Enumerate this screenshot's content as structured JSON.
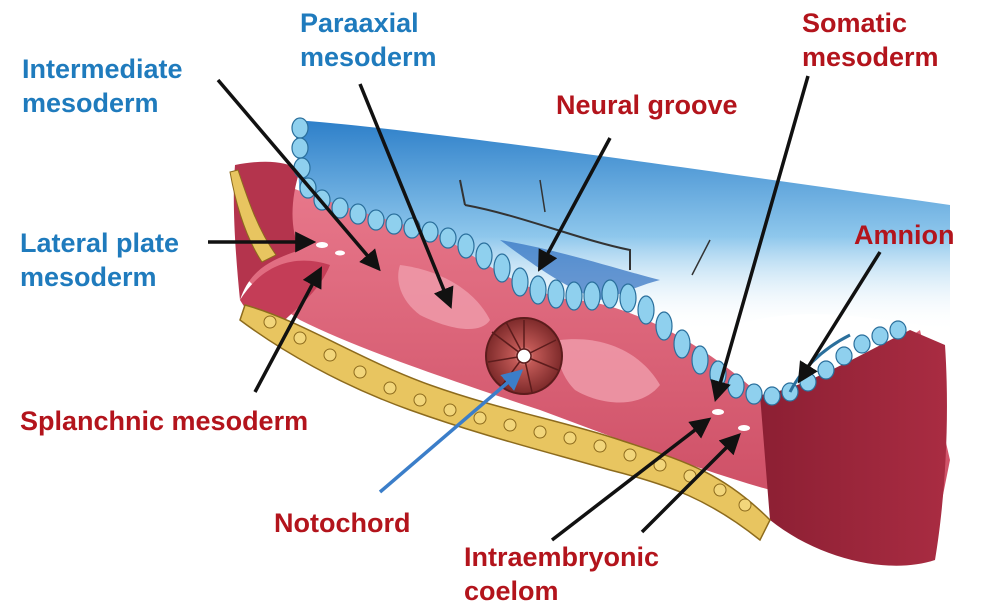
{
  "labels": {
    "paraaxial_mesoderm": [
      "Paraaxial",
      "mesoderm"
    ],
    "intermediate_mesoderm": [
      "Intermediate",
      "mesoderm"
    ],
    "lateral_plate_mesoderm": [
      "Lateral plate",
      "mesoderm"
    ],
    "somatic_mesoderm": [
      "Somatic",
      "mesoderm"
    ],
    "neural_groove": "Neural groove",
    "amnion": "Amnion",
    "splanchnic_mesoderm": "Splanchnic mesoderm",
    "notochord": "Notochord",
    "intraembryonic_coelom": [
      "Intraembryonic",
      "coelom"
    ]
  },
  "colors": {
    "label_blue": "#1f7bbd",
    "label_red": "#b3141c",
    "ectoderm_blue": "#7fc6e6",
    "mesoderm_pink": "#d9566e",
    "endoderm_yellow": "#e8c560",
    "surface_blue": "#3d8ed0"
  }
}
